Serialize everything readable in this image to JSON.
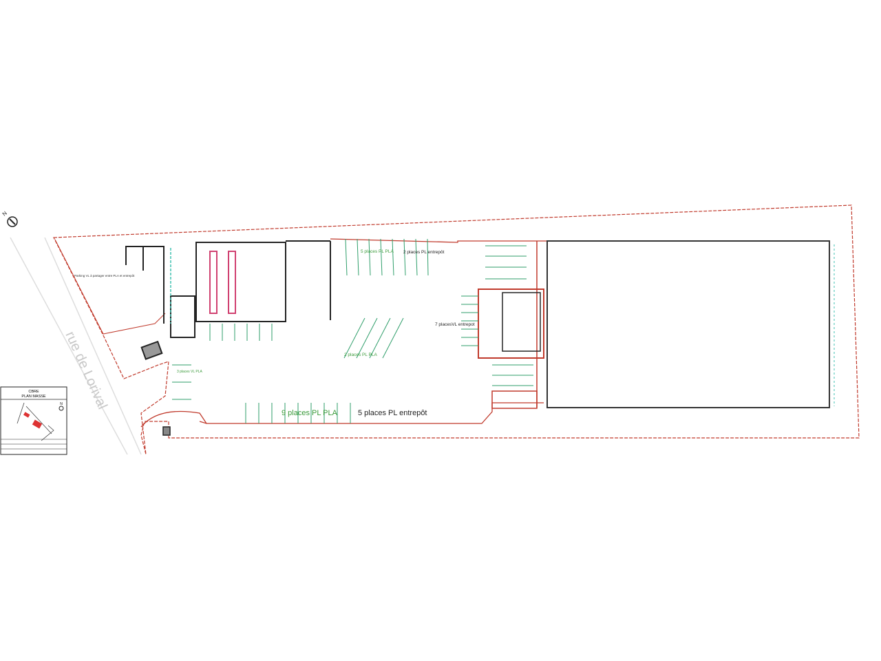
{
  "title_block": {
    "company": "CBRE",
    "title": "PLAN MASSE",
    "north": "N"
  },
  "compass": {
    "north": "N"
  },
  "street": "rue de Lorival",
  "labels": {
    "shared_parking": "Parking VL à partager entre PLA et entrepôt",
    "vl_pla": "3 places VL PLA",
    "pl_pla_top": "5 places PL PLA",
    "pl_entrepot_top": "2 places PL entrepôt",
    "vl_entrepot": "7 placesVL entrepot",
    "pl_pla_mid": "2 places PL PLA",
    "pl_pla_bottom": "9 places PL PLA",
    "pl_entrepot_bottom": "5 places PL entrepôt"
  },
  "colors": {
    "boundary": "#c0392b",
    "parking": "#2e9e6a",
    "building": "#222222",
    "teal": "#3fc0b0",
    "label_green": "#3a9a3a"
  }
}
